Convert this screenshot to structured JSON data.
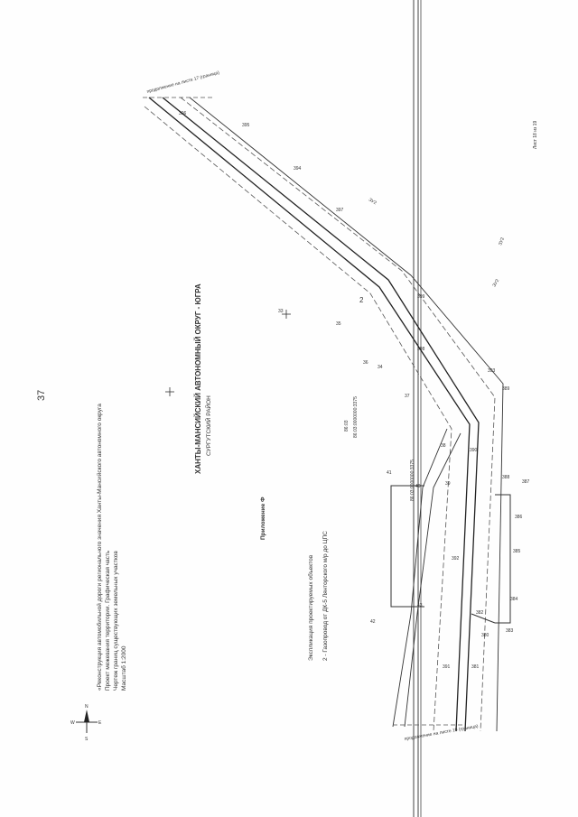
{
  "page": {
    "number": "37",
    "sheet_label": "Лист 18 из 19"
  },
  "title_block": {
    "line1": "«Реконструкция автомобильной дороги регионального значения Ханты-Мансийского автономного округа",
    "line2": "Проект межевания территории. Графическая часть",
    "line3": "Чертеж границ существующих земельных участков",
    "scale": "Масштаб 1:2000"
  },
  "region": {
    "okrug": "ХАНТЫ-МАНСИЙСКИЙ АВТОНОМНЫЙ ОКРУГ - ЮГРА",
    "district": "СУРГУТСКИЙ РАЙОН"
  },
  "appendix": "Приложение Ф",
  "legend": {
    "heading": "Экспликация проектируемых объектов",
    "item": "2 - Газопровод от ДК-5 Лянторского м/р до ЦПС"
  },
  "compass": {
    "n": "N",
    "s": "S",
    "w": "W",
    "e": "E"
  },
  "sheet_refs": {
    "top": "продолжение на листе 17 (граница)",
    "bottom": "продолжение на листе 19 (граница)"
  },
  "line_label": "2",
  "stations": [
    "33",
    "34",
    "35",
    "36",
    "37",
    "38",
    "39",
    "40",
    "41",
    "42",
    "43"
  ],
  "parcel_numbers": [
    "380",
    "381",
    "382",
    "383",
    "384",
    "385",
    "386",
    "387",
    "388",
    "389",
    "390",
    "391",
    "392",
    "393",
    "394",
    "395",
    "396",
    "397",
    "398",
    "399"
  ],
  "annotations": {
    "a1": "86:03:0000000:3375",
    "a2": "86:03:0000000:3375",
    "a3": "86:03",
    "a4": "ЗУ2",
    "a5": "ЗУ2",
    "a6": "ЗУ2"
  }
}
